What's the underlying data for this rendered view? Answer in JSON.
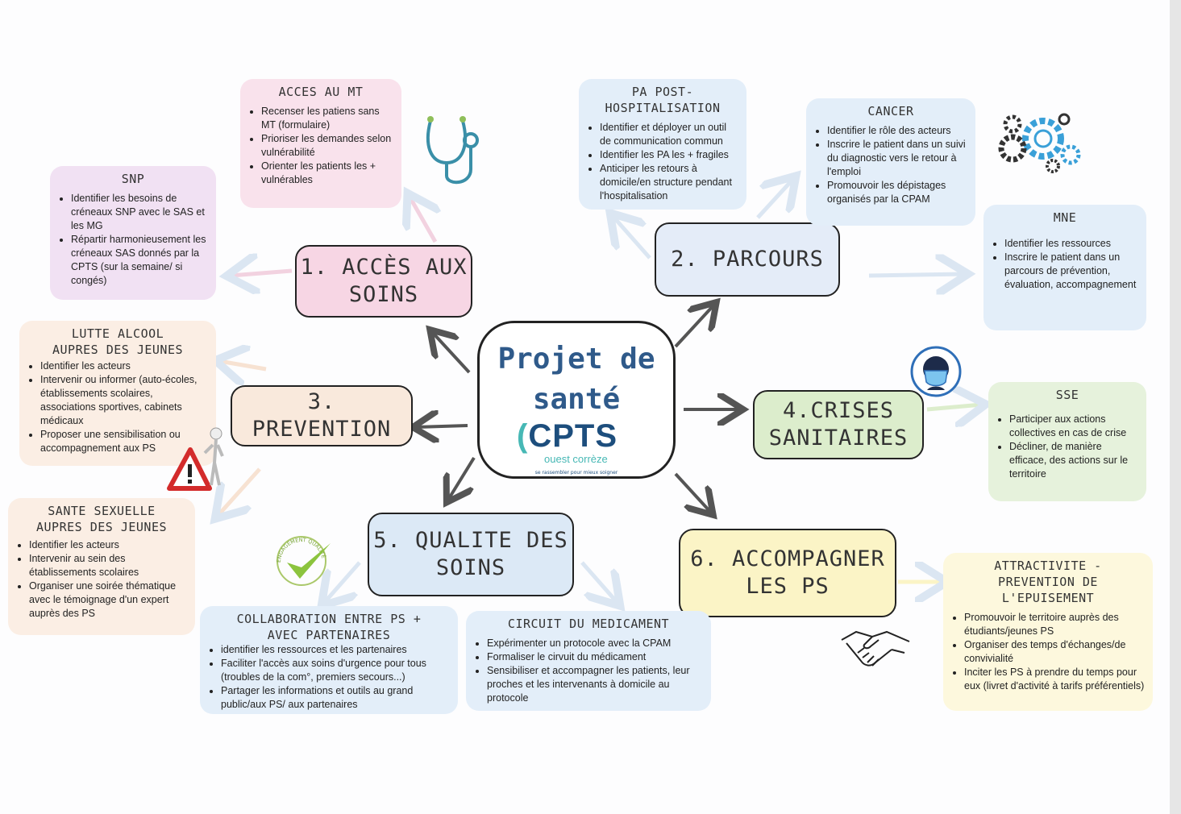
{
  "center": {
    "title_line1": "Projet de",
    "title_line2": "santé",
    "logo_text": "CPTS",
    "logo_subtitle": "ouest corrèze",
    "logo_tagline": "se rassembler pour mieux soigner"
  },
  "categories": {
    "acces": {
      "line1": "1. ACCÈS AUX",
      "line2": "SOINS",
      "color": "#f7d6e4"
    },
    "parcours": {
      "line1": "2. PARCOURS",
      "color": "#e4ecf8"
    },
    "prevention": {
      "line1": "3. PREVENTION",
      "color": "#f9e9dc"
    },
    "crises": {
      "line1": "4.CRISES",
      "line2": "SANITAIRES",
      "color": "#dcedcc"
    },
    "qualite": {
      "line1": "5. QUALITE DES",
      "line2": "SOINS",
      "color": "#dce9f6"
    },
    "accompagner": {
      "line1": "6. ACCOMPAGNER",
      "line2": "LES PS",
      "color": "#fbf4c6"
    }
  },
  "boxes": {
    "acces_mt": {
      "title": "ACCES AU MT",
      "items": [
        "Recenser les patiens sans MT (formulaire)",
        "Prioriser les demandes selon vulnérabilité",
        "Orienter les patients les + vulnérables"
      ]
    },
    "snp": {
      "title": "SNP",
      "items": [
        "Identifier les besoins de créneaux SNP avec le SAS et les MG",
        "Répartir harmonieusement les créneaux SAS donnés par la CPTS (sur la semaine/ si congés)"
      ]
    },
    "pa_post": {
      "title_line1": "PA POST-",
      "title_line2": "HOSPITALISATION",
      "items": [
        "Identifier et déployer un outil de communication commun",
        "Identifier les PA les + fragiles",
        "Anticiper les retours à domicile/en structure pendant l'hospitalisation"
      ]
    },
    "cancer": {
      "title": "CANCER",
      "items": [
        "Identifier le rôle des acteurs",
        "Inscrire le patient dans un suivi du diagnostic vers le retour à l'emploi",
        "Promouvoir les dépistages organisés par la CPAM"
      ]
    },
    "mne": {
      "title": "MNE",
      "items": [
        "Identifier les ressources",
        "Inscrire le patient dans un parcours  de prévention, évaluation, accompagnement"
      ]
    },
    "alcool": {
      "title_line1": "LUTTE ALCOOL",
      "title_line2": "AUPRES DES JEUNES",
      "items": [
        "Identifier les acteurs",
        "Intervenir ou informer (auto-écoles, établissements scolaires, associations sportives, cabinets médicaux",
        "Proposer une sensibilisation ou accompagnement aux PS"
      ]
    },
    "sexuelle": {
      "title_line1": "SANTE SEXUELLE",
      "title_line2": "AUPRES DES JEUNES",
      "items": [
        "Identifier les acteurs",
        "Intervenir au sein des établissements scolaires",
        "Organiser une soirée thématique avec le témoignage d'un expert auprès des PS"
      ]
    },
    "sse": {
      "title": "SSE",
      "items": [
        "Participer aux actions collectives en cas de crise",
        "Décliner, de manière efficace, des actions sur le territoire"
      ]
    },
    "collab": {
      "title_line1": "COLLABORATION ENTRE PS +",
      "title_line2": "AVEC PARTENAIRES",
      "items": [
        "identifier les ressources et les partenaires",
        "Faciliter l'accès aux soins d'urgence pour tous (troubles de la com°, premiers secours...)",
        "Partager les informations et outils au grand public/aux PS/ aux partenaires"
      ]
    },
    "medicament": {
      "title": "CIRCUIT DU MEDICAMENT",
      "items": [
        "Expérimenter un protocole avec la CPAM",
        "Formaliser le cirvuit du médicament",
        "Sensibiliser et accompagner les patients, leur proches et les intervenants à domicile au protocole"
      ]
    },
    "attractivite": {
      "title_line1": "ATTRACTIVITE -",
      "title_line2": "PREVENTION DE L'EPUISEMENT",
      "items": [
        "Promouvoir le territoire auprès des étudiants/jeunes PS",
        "Organiser des temps d'échanges/de convivialité",
        "Inciter les PS à prendre du temps pour eux (livret d'activité à tarifs préférentiels)"
      ]
    }
  },
  "icons": {
    "stethoscope": "stethoscope-icon",
    "gears": "gears-icon",
    "mask": "face-mask-icon",
    "warning": "warning-sign-icon",
    "quality": "quality-check-icon",
    "handshake": "handshake-icon"
  },
  "quality_seal_text": "ENGAGEMENT QUALITÉ"
}
